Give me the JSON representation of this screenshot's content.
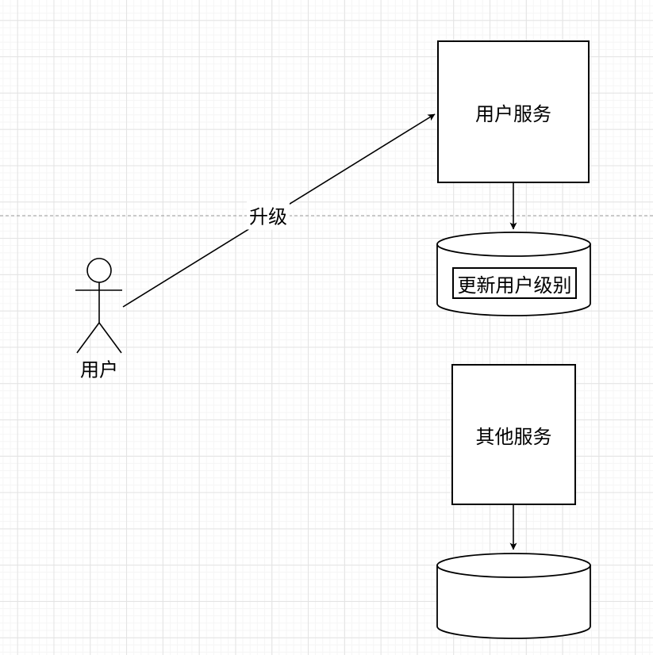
{
  "nodes": {
    "actor": {
      "label": "用户"
    },
    "user_service": {
      "label": "用户服务"
    },
    "other_service": {
      "label": "其他服务"
    },
    "user_db": {
      "label": "更新用户级别"
    },
    "other_db": {
      "label": ""
    }
  },
  "edges": {
    "upgrade": {
      "label": "升级"
    }
  },
  "colors": {
    "shape_stroke": "#000000",
    "shape_fill": "#ffffff",
    "background": "#ffffff",
    "grid_minor": "#f5f5f5",
    "grid_major": "#e3e3e3",
    "page_divider": "#9a9a9a",
    "text": "#000000"
  }
}
